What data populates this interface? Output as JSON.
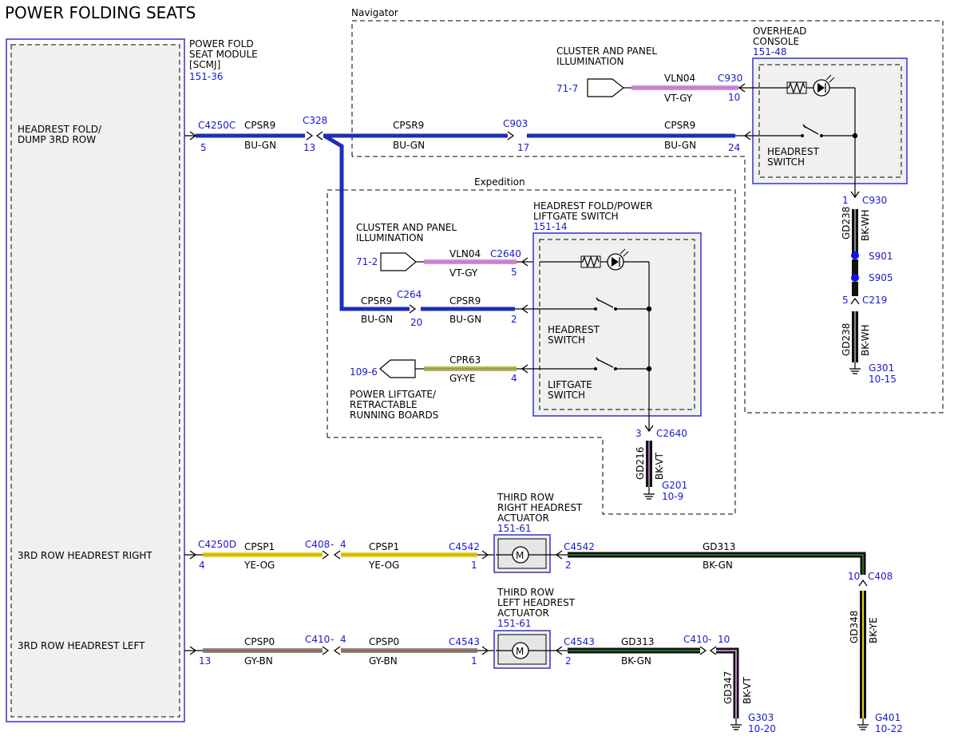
{
  "title": "POWER FOLDING SEATS",
  "colors": {
    "blue_wire": "#1c2fb8",
    "yellow_wire": "#e8d21a",
    "gray_wire": "#8a8a8a",
    "green_wire": "#1f5c1f",
    "violet_wire": "#d78be0",
    "black_wire": "#111111",
    "connector_text": "#1a1acc",
    "module_border": "#3333cc"
  },
  "scmj": {
    "name": "POWER FOLD\nSEAT MODULE\n[SCMJ]",
    "ref": "151-36",
    "pins": [
      {
        "label": "HEADREST FOLD/\nDUMP 3RD ROW",
        "connector": "C4250C",
        "pin": "5"
      },
      {
        "label": "3RD ROW HEADREST RIGHT",
        "connector": "C4250D",
        "pin": "4"
      },
      {
        "label": "3RD ROW HEADREST LEFT",
        "pin": "13"
      }
    ]
  },
  "navigator": {
    "label": "Navigator",
    "cluster_label": "CLUSTER AND PANEL\nILLUMINATION",
    "cluster_ref": "71-7",
    "vln_circuit": "VLN04",
    "vln_color": "VT-GY",
    "vln_connector": "C930",
    "vln_pin": "10",
    "console_name": "OVERHEAD\nCONSOLE",
    "console_ref": "151-48",
    "switch_label": "HEADREST\nSWITCH",
    "cpsr_pin": "24",
    "gnd_connector": "C930",
    "gnd_pin": "1",
    "gnd_circuit": "GD238",
    "gnd_color": "BK-WH",
    "splice1": "S901",
    "splice2": "S905",
    "c219": "C219",
    "c219_pin": "5",
    "gnd2_circuit": "GD238",
    "gnd2_color": "BK-WH",
    "ground": "G301",
    "ground_ref": "10-15"
  },
  "cpsr": {
    "circuit": "CPSR9",
    "color": "BU-GN",
    "c328": "C328",
    "c328_pin": "13",
    "c903": "C903",
    "c903_pin": "17"
  },
  "expedition": {
    "label": "Expedition",
    "cluster_label": "CLUSTER AND PANEL\nILLUMINATION",
    "cluster_ref": "71-2",
    "switch_name": "HEADREST FOLD/POWER\nLIFTGATE SWITCH",
    "switch_ref": "151-14",
    "vln_circuit": "VLN04",
    "vln_color": "VT-GY",
    "vln_connector": "C2640",
    "vln_pin": "5",
    "c264": "C264",
    "c264_pin": "20",
    "cpsr_circuit": "CPSR9",
    "cpsr_color": "BU-GN",
    "cpsr_pin": "2",
    "headrest_switch": "HEADREST\nSWITCH",
    "cpr_circuit": "CPR63",
    "cpr_color": "GY-YE",
    "cpr_pin": "4",
    "liftgate_ref": "109-6",
    "liftgate_label": "POWER LIFTGATE/\nRETRACTABLE\nRUNNING BOARDS",
    "liftgate_switch": "LIFTGATE\nSWITCH",
    "gnd_pin": "3",
    "gnd_connector": "C2640",
    "gnd_circuit": "GD216",
    "gnd_color": "BK-VT",
    "ground": "G201",
    "ground_ref": "10-9"
  },
  "right_actuator": {
    "name": "THIRD ROW\nRIGHT HEADREST\nACTUATOR",
    "ref": "151-61",
    "circuit": "CPSP1",
    "color": "YE-OG",
    "c408": "C408",
    "c408_pin": "4",
    "c4542": "C4542",
    "pin_in": "1",
    "pin_out": "2",
    "gnd_circuit": "GD313",
    "gnd_color": "BK-GN",
    "c408_gnd": "C408",
    "c408_gnd_pin": "10",
    "gnd2_circuit": "GD348",
    "gnd2_color": "BK-YE",
    "ground": "G401",
    "ground_ref": "10-22"
  },
  "left_actuator": {
    "name": "THIRD ROW\nLEFT HEADREST\nACTUATOR",
    "ref": "151-61",
    "circuit": "CPSP0",
    "color": "GY-BN",
    "c410": "C410",
    "c410_pin": "4",
    "c4543": "C4543",
    "pin_in": "1",
    "pin_out": "2",
    "gnd_circuit": "GD313",
    "gnd_color": "BK-GN",
    "c410_gnd": "C410",
    "c410_gnd_pin": "10",
    "gnd2_circuit": "GD347",
    "gnd2_color": "BK-VT",
    "ground": "G303",
    "ground_ref": "10-20"
  }
}
